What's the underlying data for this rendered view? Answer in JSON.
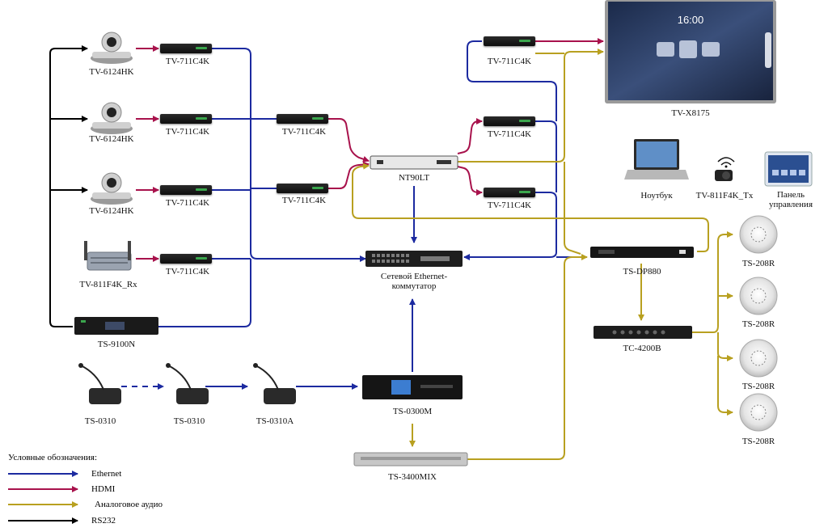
{
  "colors": {
    "ethernet": "#1c2aa0",
    "hdmi": "#a8124c",
    "audio": "#b8a020",
    "rs232": "#000000"
  },
  "devices": {
    "cam1": "TV-6124HK",
    "cam2": "TV-6124HK",
    "cam3": "TV-6124HK",
    "enc1": "TV-711C4K",
    "enc2": "TV-711C4K",
    "enc3": "TV-711C4K",
    "enc4": "TV-711C4K",
    "enc5": "TV-711C4K",
    "enc6": "TV-711C4K",
    "enc7": "TV-711C4K",
    "enc8": "TV-711C4K",
    "enc9": "TV-711C4K",
    "rx": "TV-811F4K_Rx",
    "ts9100": "TS-9100N",
    "nt": "NT90LT",
    "switch": "Сетевой Ethernet-\nкоммутатор",
    "panel": "TV-X8175",
    "laptop": "Ноутбук",
    "tx": "TV-811F4K_Tx",
    "ctrl": "Панель\nуправления",
    "dp": "TS-DP880",
    "tc": "TC-4200B",
    "spk1": "TS-208R",
    "spk2": "TS-208R",
    "spk3": "TS-208R",
    "spk4": "TS-208R",
    "mic1": "TS-0310",
    "mic2": "TS-0310",
    "mic3": "TS-0310A",
    "ts0300": "TS-0300M",
    "mix": "TS-3400MIX"
  },
  "screen": {
    "time": "16:00"
  },
  "legend": {
    "title": "Условные обозначения:",
    "items": [
      "Ethernet",
      "HDMI",
      "Аналоговое аудио",
      "RS232"
    ]
  }
}
